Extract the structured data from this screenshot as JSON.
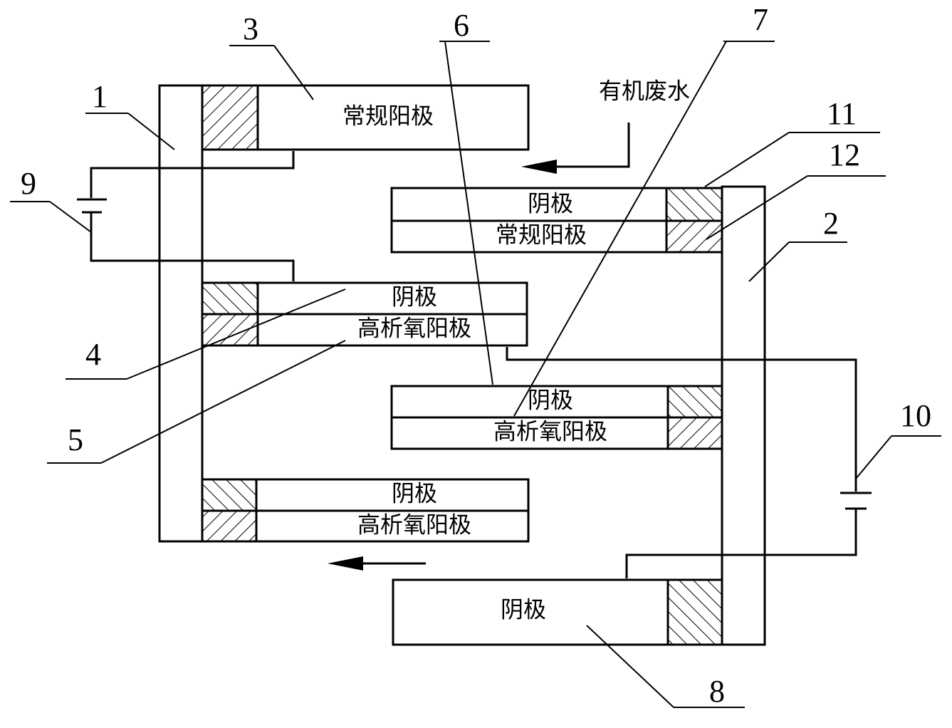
{
  "labels": {
    "conventional_anode": "常规阳极",
    "cathode": "阴极",
    "high_oxygen_anode": "高析氧阳极",
    "organic_wastewater": "有机废水"
  },
  "numbers": {
    "n1": "1",
    "n2": "2",
    "n3": "3",
    "n4": "4",
    "n5": "5",
    "n6": "6",
    "n7": "7",
    "n8": "8",
    "n9": "9",
    "n10": "10",
    "n11": "11",
    "n12": "12"
  }
}
